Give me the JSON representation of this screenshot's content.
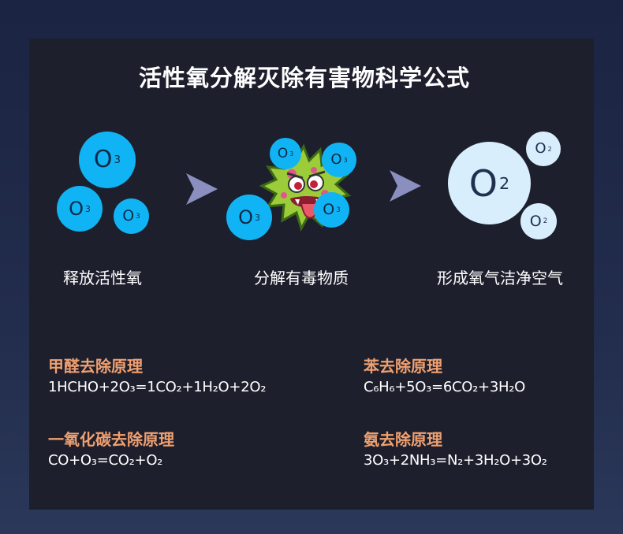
{
  "title": "活性氧分解灭除有害物科学公式",
  "steps": [
    {
      "label": "释放活性氧"
    },
    {
      "label": "分解有毒物质"
    },
    {
      "label": "形成氧气洁净空气"
    }
  ],
  "molecules": {
    "o3": {
      "symbol": "O",
      "sub": "3"
    },
    "o2": {
      "symbol": "O",
      "sub": "2"
    }
  },
  "formulas": [
    {
      "title": "甲醛去除原理",
      "equation": "1HCHO+2O₃=1CO₂+1H₂O+2O₂"
    },
    {
      "title": "苯去除原理",
      "equation": "C₆H₆+5O₃=6CO₂+3H₂O"
    },
    {
      "title": "一氧化碳去除原理",
      "equation": "CO+O₃=CO₂+O₂"
    },
    {
      "title": "氨去除原理",
      "equation": "3O₃+2NH₃=N₂+3H₂O+3O₂"
    }
  ],
  "colors": {
    "o3_bubble": "#10b4f4",
    "o2_bubble": "#d9eefc",
    "arrow": "#8a8fc0",
    "formula_title": "#f0a070",
    "germ_body": "#9ccc3a"
  },
  "icons": [
    "arrow-right-icon",
    "germ-icon"
  ]
}
